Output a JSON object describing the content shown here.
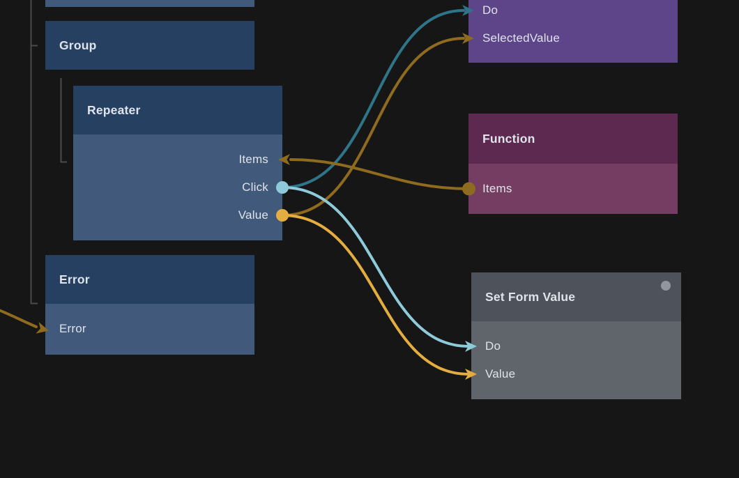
{
  "app": "node-graph-editor",
  "palette": {
    "background": "#161616",
    "tree_line": "#4b4b4b",
    "blue_header": "#254061",
    "blue_body": "#415a7c",
    "purple_body": "#5e4488",
    "magenta_header": "#5d2950",
    "magenta_body": "#753d62",
    "gray_header": "#4e525a",
    "gray_body": "#60646b",
    "teal_dark": "#2f7589",
    "cyan_light": "#8fcadb",
    "gold_dark": "#8e6b1e",
    "gold_bright": "#e3ad3f",
    "label": "#dfe3ea",
    "header_dot": "#92969e"
  },
  "nodes": {
    "group": {
      "title": "Group"
    },
    "repeater": {
      "title": "Repeater",
      "ports": {
        "items": "Items",
        "click": "Click",
        "value": "Value"
      }
    },
    "error": {
      "title": "Error",
      "ports": {
        "error": "Error"
      }
    },
    "purple": {
      "ports": {
        "do": "Do",
        "selected_value": "SelectedValue"
      }
    },
    "function": {
      "title": "Function",
      "ports": {
        "items": "Items"
      }
    },
    "set_form_value": {
      "title": "Set Form Value",
      "ports": {
        "do": "Do",
        "value": "Value"
      }
    }
  },
  "connections": [
    {
      "from": "Repeater.Click",
      "to": "purple-node.Do",
      "color": "#2f7589"
    },
    {
      "from": "Repeater.Value",
      "to": "purple-node.SelectedValue",
      "color": "#8e6b1e"
    },
    {
      "from": "Repeater.Click",
      "to": "Set Form Value.Do",
      "color": "#8fcadb"
    },
    {
      "from": "Repeater.Value",
      "to": "Set Form Value.Value",
      "color": "#e3ad3f"
    },
    {
      "from": "Function.Items",
      "to": "Repeater.Items",
      "color": "#8e6b1e"
    },
    {
      "from": "offscreen-left",
      "to": "Error.Error",
      "color": "#8e6b1e"
    }
  ]
}
